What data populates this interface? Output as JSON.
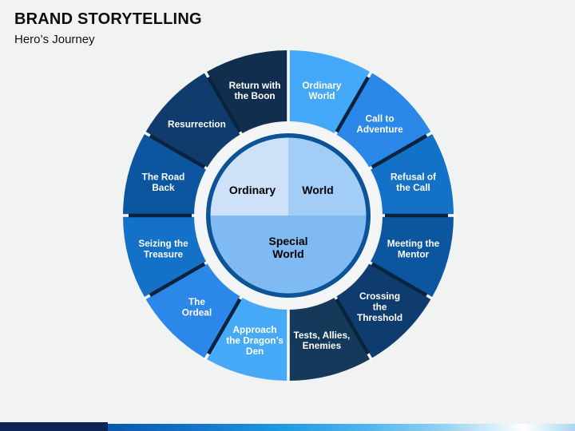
{
  "slide": {
    "title": "BRAND STORYTELLING",
    "subtitle": "Hero’s Journey"
  },
  "diagram": {
    "name": "Hero's Journey wheel",
    "ring": {
      "separator_color": "#0a2440",
      "gap_color": "#f7f9fa",
      "label_text_color": "#ffffff"
    },
    "segments": [
      {
        "label": "Ordinary World",
        "lines": [
          "Ordinary",
          "World"
        ],
        "color": "#44a9fb"
      },
      {
        "label": "Call to Adventure",
        "lines": [
          "Call to",
          "Adventure"
        ],
        "color": "#2b87e8"
      },
      {
        "label": "Refusal of the Call",
        "lines": [
          "Refusal of",
          "the Call"
        ],
        "color": "#1371c7"
      },
      {
        "label": "Meeting the Mentor",
        "lines": [
          "Meeting the",
          "Mentor"
        ],
        "color": "#0c56a0"
      },
      {
        "label": "Crossing the Threshold",
        "lines": [
          "Crossing",
          "the",
          "Threshold"
        ],
        "color": "#0e3c6f"
      },
      {
        "label": "Tests, Allies, Enemies",
        "lines": [
          "Tests, Allies,",
          "Enemies"
        ],
        "color": "#14395b"
      },
      {
        "label": "Approach the Dragon’s Den",
        "lines": [
          "Approach",
          "the Dragon’s",
          "Den"
        ],
        "color": "#47aaf8"
      },
      {
        "label": "The Ordeal",
        "lines": [
          "The",
          "Ordeal"
        ],
        "color": "#2b87e8"
      },
      {
        "label": "Seizing the Treasure",
        "lines": [
          "Seizing the",
          "Treasure"
        ],
        "color": "#1371c7"
      },
      {
        "label": "The Road Back",
        "lines": [
          "The Road",
          "Back"
        ],
        "color": "#0c56a0"
      },
      {
        "label": "Resurrection",
        "lines": [
          "Resurrection"
        ],
        "color": "#0f3c6c"
      },
      {
        "label": "Return with the Boon",
        "lines": [
          "Return with",
          "the Boon"
        ],
        "color": "#122e4f"
      }
    ],
    "hub": {
      "gap_ring_color": "#f4f5f6",
      "border_color": "#0c5397",
      "text_color": "#000000",
      "quadrants": [
        {
          "position": "top-left",
          "label": "Ordinary",
          "lines": [
            "Ordinary"
          ],
          "color": "#cde1f8"
        },
        {
          "position": "top-right",
          "label": "World",
          "lines": [
            "World"
          ],
          "color": "#a2cdf6"
        },
        {
          "position": "bottom",
          "label": "Special World",
          "lines": [
            "Special",
            "World"
          ],
          "color": "#7fbaf3"
        }
      ]
    }
  },
  "footer": {
    "navy_color": "#0e2656",
    "gradient_stops": [
      [
        0,
        "#0a58ad"
      ],
      [
        0.18,
        "#1173c9"
      ],
      [
        0.38,
        "#219ae4"
      ],
      [
        0.55,
        "#4fb4ec"
      ],
      [
        0.72,
        "#93d2f2"
      ],
      [
        0.84,
        "#dff2fb"
      ],
      [
        0.89,
        "#ffffff"
      ],
      [
        0.95,
        "#d0eaf7"
      ],
      [
        1,
        "#a9d6ee"
      ]
    ]
  }
}
